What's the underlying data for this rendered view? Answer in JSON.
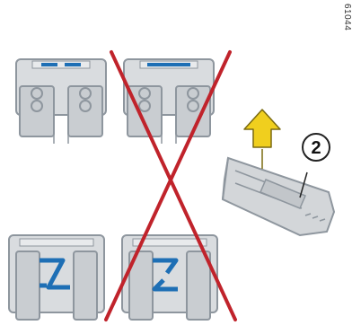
{
  "figure": {
    "id_label": "61044"
  },
  "callouts": [
    {
      "number": "2"
    }
  ],
  "colors": {
    "fuse_body": "#d9dcdf",
    "fuse_outline": "#8e969e",
    "fuse_blade": "#c9cdd1",
    "element_intact": "#1e6fb5",
    "cross_mark": "#c0232b",
    "arrow_fill": "#f0cf1e",
    "arrow_outline": "#7a6a10",
    "callout_outline": "#222222"
  },
  "fuses": [
    {
      "name": "fuse-blown-horizontal",
      "state": "blown",
      "crossed": false
    },
    {
      "name": "fuse-intact-horizontal",
      "state": "intact",
      "crossed": true
    },
    {
      "name": "fuse-blown-s-element",
      "state": "blown",
      "crossed": false
    },
    {
      "name": "fuse-intact-s-element",
      "state": "intact",
      "crossed": true
    }
  ],
  "fuse_puller": {
    "direction": "up"
  }
}
